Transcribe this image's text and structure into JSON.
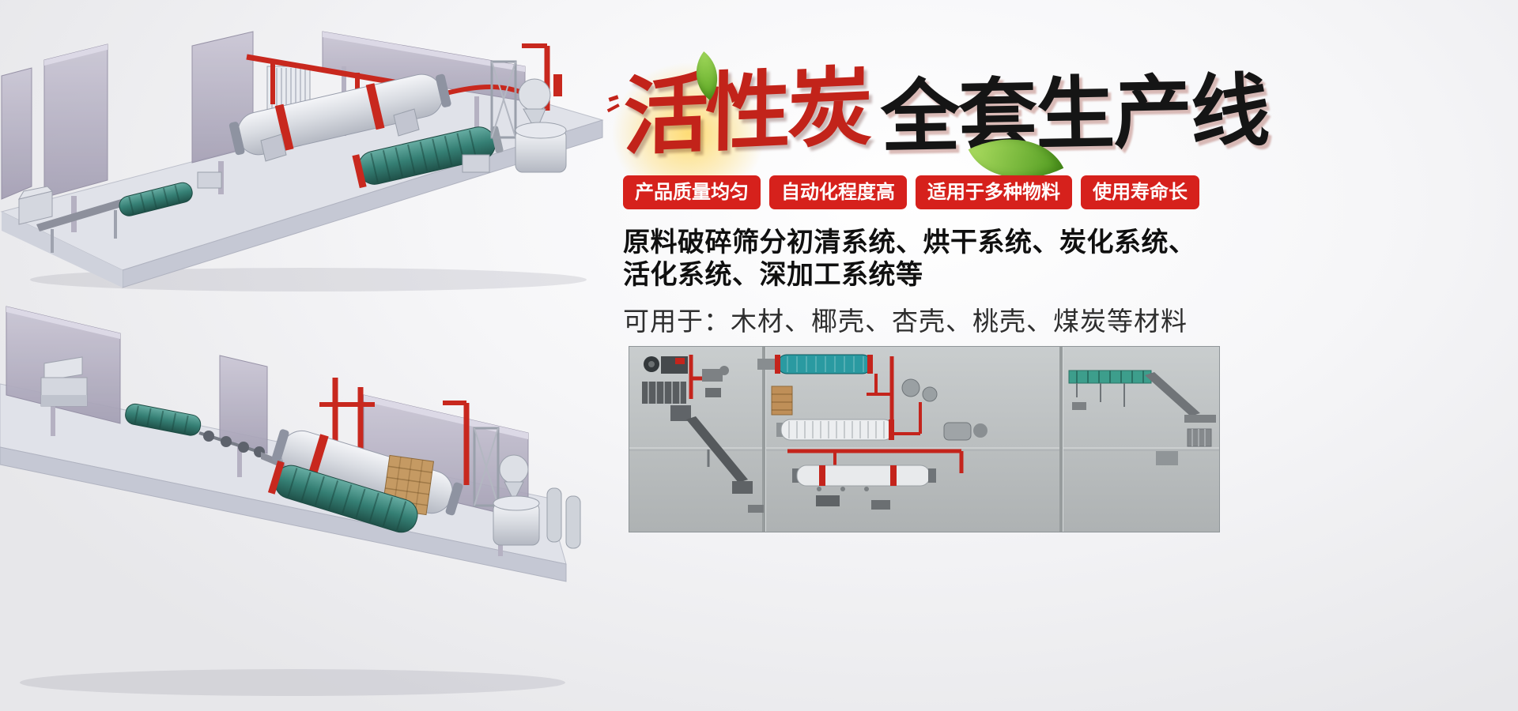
{
  "hero": {
    "title": {
      "highlight": "活性炭",
      "rest": "全套生产线"
    },
    "badges": [
      "产品质量均匀",
      "自动化程度高",
      "适用于多种物料",
      "使用寿命长"
    ],
    "description": {
      "line1": "原料破碎筛分初清系统、烘干系统、炭化系统、",
      "line2": "活化系统、深加工系统等",
      "line3": "可用于：木材、椰壳、杏壳、桃壳、煤炭等材料"
    }
  },
  "illustrations": {
    "top": "activated-carbon-production-line-3d-render",
    "bottom": "activated-carbon-production-line-3d-render-alt",
    "panorama": "production-line-layout-panorama"
  },
  "colors": {
    "badge_red": "#d6211c",
    "title_red": "#c2231a",
    "title_dark": "#151515",
    "leaf_green": "#7cc32a",
    "glow_yellow": "#ffd75e",
    "pipe_red": "#c8281e",
    "machine_teal": "#357f74",
    "wall_lavender": "#aca7ba",
    "panorama_bg": "#b7bbbc"
  }
}
